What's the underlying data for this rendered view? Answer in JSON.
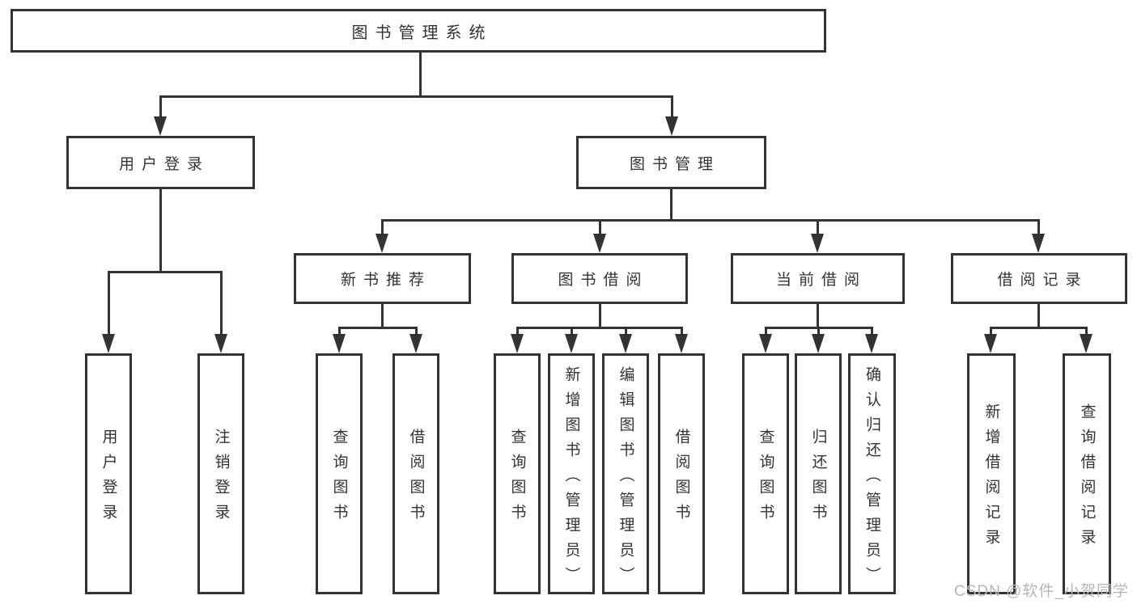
{
  "diagram": {
    "nodes": {
      "root": {
        "label": "图书管理系统"
      },
      "user_login": {
        "label": "用户登录"
      },
      "book_management": {
        "label": "图书管理"
      },
      "new_book_recommend": {
        "label": "新书推荐"
      },
      "book_borrow": {
        "label": "图书借阅"
      },
      "current_borrow": {
        "label": "当前借阅"
      },
      "borrow_records": {
        "label": "借阅记录"
      },
      "leaf_user_login": {
        "label": "用户登录"
      },
      "leaf_logout": {
        "label": "注销登录"
      },
      "leaf_query_book_newrec": {
        "label": "查询图书"
      },
      "leaf_borrow_book_newrec": {
        "label": "借阅图书"
      },
      "leaf_query_book_borrow": {
        "label": "查询图书"
      },
      "leaf_add_book_admin": {
        "label": "新增图书（管理员）"
      },
      "leaf_edit_book_admin": {
        "label": "编辑图书（管理员）"
      },
      "leaf_borrow_book_borrow": {
        "label": "借阅图书"
      },
      "leaf_query_book_current": {
        "label": "查询图书"
      },
      "leaf_return_book": {
        "label": "归还图书"
      },
      "leaf_confirm_return_admin": {
        "label": "确认归还（管理员）"
      },
      "leaf_add_borrow_record": {
        "label": "新增借阅记录"
      },
      "leaf_query_borrow_record": {
        "label": "查询借阅记录"
      }
    },
    "colors": {
      "line": "#333333",
      "text": "#333333",
      "background": "#ffffff",
      "watermark_text_color": "#b4b7ba"
    }
  },
  "watermark": {
    "text": "CSDN @软件_小贺同学"
  }
}
